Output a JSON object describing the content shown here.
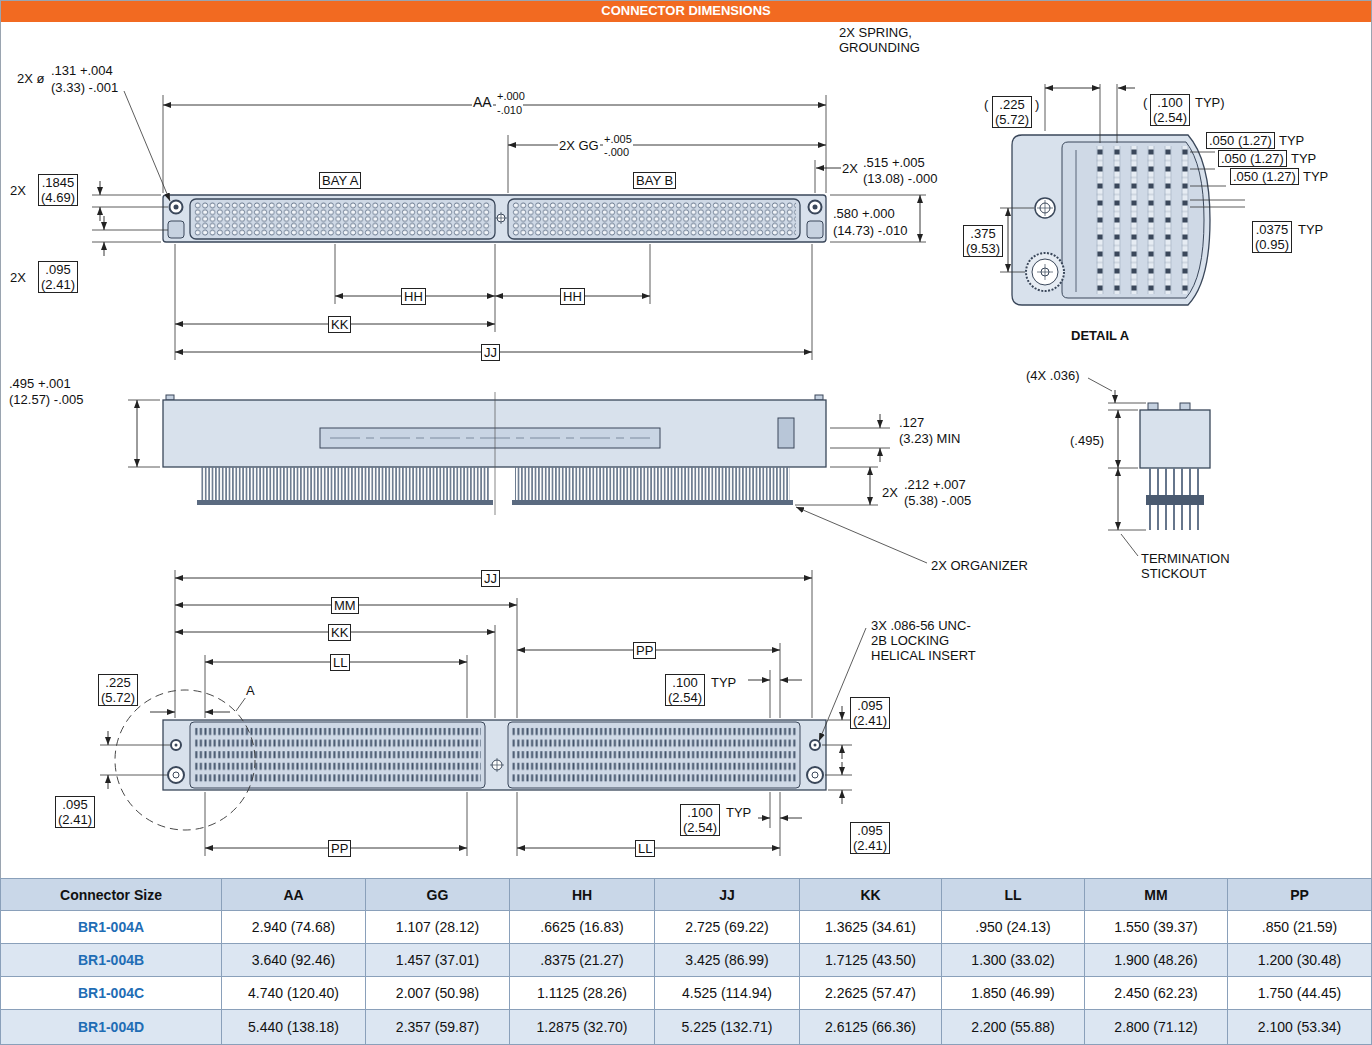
{
  "diagram": {
    "title": "CONNECTOR DIMENSIONS",
    "nodes": [
      {
        "text": [
          "BAY A"
        ]
      },
      {
        "text": [
          "BAY B"
        ]
      },
      {
        "text": [
          ".1845 (4.69)"
        ]
      },
      {
        "text": [
          ".095 (2.41)"
        ]
      },
      {
        "text": [
          "HH"
        ]
      },
      {
        "text": [
          "HH"
        ]
      },
      {
        "text": [
          "KK"
        ]
      },
      {
        "text": [
          "JJ"
        ]
      },
      {
        "text": [
          ".225 (5.72)"
        ]
      },
      {
        "text": [
          ".100 (2.54)"
        ]
      },
      {
        "text": [
          ".050 (1.27)"
        ]
      },
      {
        "text": [
          ".050 (1.27)"
        ]
      },
      {
        "text": [
          ".050 (1.27)"
        ]
      },
      {
        "text": [
          ".0375 (0.95)"
        ]
      },
      {
        "text": [
          ".375 (9.53)"
        ]
      },
      {
        "text": [
          "JJ"
        ]
      },
      {
        "text": [
          "MM"
        ]
      },
      {
        "text": [
          "KK"
        ]
      },
      {
        "text": [
          "LL"
        ]
      },
      {
        "text": [
          "PP"
        ]
      },
      {
        "text": [
          ".225 (5.72)"
        ]
      },
      {
        "text": [
          ".100 (2.54)"
        ]
      },
      {
        "text": [
          ".095 (2.41)"
        ]
      },
      {
        "text": [
          ".095 (2.41)"
        ]
      },
      {
        "text": [
          ".100 (2.54)"
        ]
      },
      {
        "text": [
          ".095 (2.41)"
        ]
      },
      {
        "text": [
          "PP"
        ]
      },
      {
        "text": [
          "LL"
        ]
      }
    ],
    "labels": [
      "2X ø",
      ".131 +.004",
      "(3.33) -.001",
      "AA",
      "+.000",
      "-.010",
      "2X SPRING, GROUNDING",
      "2X GG",
      "+.005",
      "-.000",
      "2X",
      "2X",
      ".515 +.005",
      "(13.08) -.000",
      ".580 +.000",
      "(14.73) -.010",
      "2X",
      "(",
      ")",
      "(",
      "TYP)",
      "TYP",
      "TYP",
      "TYP",
      "TYP",
      "DETAIL A",
      ".495 +.001",
      "(12.57) -.005",
      ".127",
      "(3.23) MIN",
      "2X",
      ".212 +.007",
      "(5.38) -.005",
      "2X ORGANIZER",
      "(4X .036)",
      "(.495)",
      "TERMINATION STICKOUT",
      "3X .086-56 UNC-2B LOCKING HELICAL INSERT",
      "A",
      "TYP",
      "TYP",
      "Connector Size",
      "AA",
      "GG",
      "HH",
      "JJ",
      "KK",
      "LL",
      "MM",
      "PP",
      "BR1-004A",
      "2.940 (74.68)",
      "1.107 (28.12)",
      ".6625 (16.83)",
      "2.725 (69.22)",
      "1.3625 (34.61)",
      ".950 (24.13)",
      "1.550 (39.37)",
      ".850 (21.59)",
      "BR1-004B",
      "3.640 (92.46)",
      "1.457 (37.01)",
      ".8375 (21.27)",
      "3.425 (86.99)",
      "1.7125 (43.50)",
      "1.300 (33.02)",
      "1.900 (48.26)",
      "1.200 (30.48)",
      "BR1-004C",
      "4.740 (120.40)",
      "2.007 (50.98)",
      "1.1125 (28.26)",
      "4.525 (114.94)",
      "2.2625 (57.47)",
      "1.850 (46.99)",
      "2.450 (62.23)",
      "1.750 (44.45)",
      "BR1-004D",
      "5.440 (138.18)",
      "2.357 (59.87)",
      "1.2875 (32.70)",
      "5.225 (132.71)",
      "2.6125 (66.36)",
      "2.200 (55.88)",
      "2.800 (71.12)",
      "2.100 (53.34)"
    ]
  }
}
